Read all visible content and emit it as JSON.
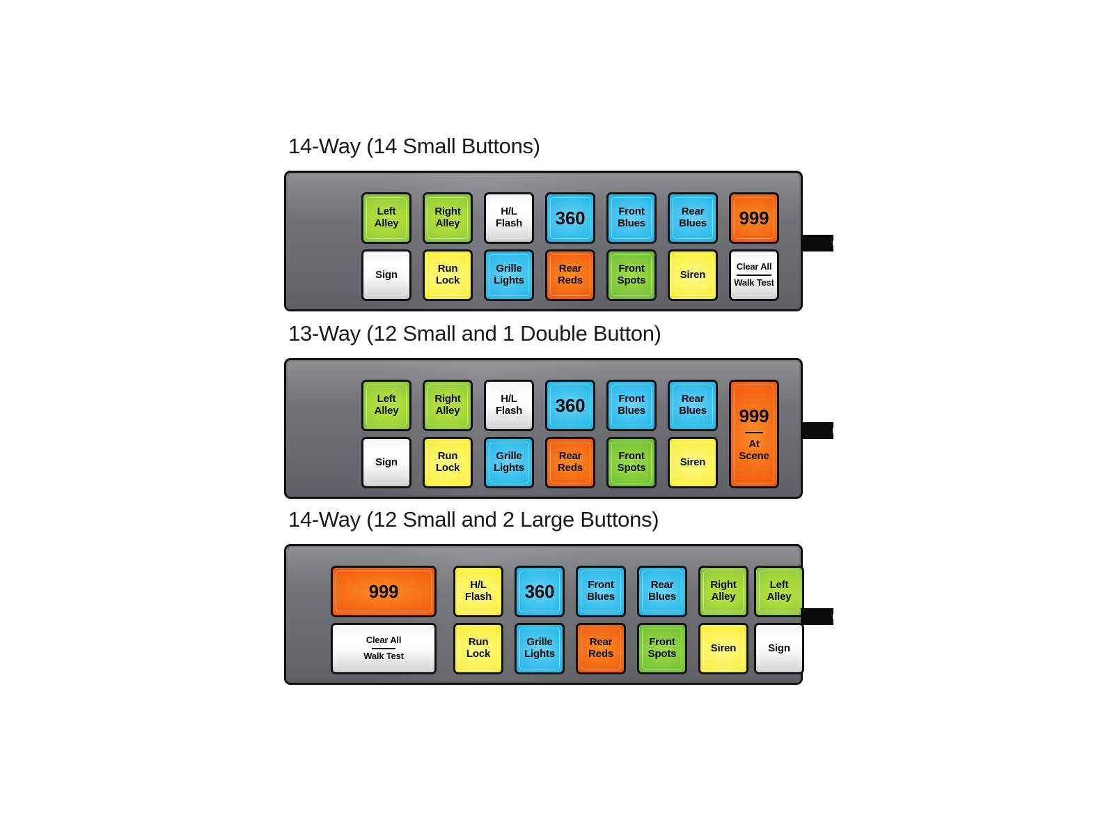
{
  "panels": [
    {
      "id": "panel-14way-small",
      "title": "14-Way (14 Small Buttons)",
      "layout": "14 small buttons, 7 columns x 2 rows",
      "rows": [
        [
          {
            "label": "Left\nAlley",
            "name": "left-alley",
            "color": "green",
            "style": "two-line"
          },
          {
            "label": "Right\nAlley",
            "name": "right-alley",
            "color": "green",
            "style": "two-line"
          },
          {
            "label": "H/L\nFlash",
            "name": "hl-flash",
            "color": "white",
            "style": "two-line"
          },
          {
            "label": "360",
            "name": "360",
            "color": "blue",
            "style": "big"
          },
          {
            "label": "Front\nBlues",
            "name": "front-blues",
            "color": "blue",
            "style": "two-line"
          },
          {
            "label": "Rear\nBlues",
            "name": "rear-blues",
            "color": "blue",
            "style": "two-line"
          },
          {
            "label": "999",
            "name": "999",
            "color": "orange",
            "style": "big"
          }
        ],
        [
          {
            "label": "Sign",
            "name": "sign",
            "color": "white",
            "style": "one-line"
          },
          {
            "label": "Run\nLock",
            "name": "run-lock",
            "color": "yellow",
            "style": "two-line"
          },
          {
            "label": "Grille\nLights",
            "name": "grille-lights",
            "color": "blue",
            "style": "two-line"
          },
          {
            "label": "Rear\nReds",
            "name": "rear-reds",
            "color": "orange",
            "style": "two-line"
          },
          {
            "label": "Front\nSpots",
            "name": "front-spots",
            "color": "green2",
            "style": "two-line"
          },
          {
            "label": "Siren",
            "name": "siren",
            "color": "yellow",
            "style": "one-line"
          },
          {
            "label": "Clear All|Walk Test",
            "name": "clear-all-walk-test",
            "color": "white",
            "style": "ruled-small"
          }
        ]
      ]
    },
    {
      "id": "panel-13way-double",
      "title": "13-Way (12 Small and 1 Double Button)",
      "layout": "12 small buttons plus 1 double-height button",
      "rows": [
        [
          {
            "label": "Left\nAlley",
            "name": "left-alley",
            "color": "green",
            "style": "two-line"
          },
          {
            "label": "Right\nAlley",
            "name": "right-alley",
            "color": "green",
            "style": "two-line"
          },
          {
            "label": "H/L\nFlash",
            "name": "hl-flash",
            "color": "white",
            "style": "two-line"
          },
          {
            "label": "360",
            "name": "360",
            "color": "blue",
            "style": "big"
          },
          {
            "label": "Front\nBlues",
            "name": "front-blues",
            "color": "blue",
            "style": "two-line"
          },
          {
            "label": "Rear\nBlues",
            "name": "rear-blues",
            "color": "blue",
            "style": "two-line"
          }
        ],
        [
          {
            "label": "Sign",
            "name": "sign",
            "color": "white",
            "style": "one-line"
          },
          {
            "label": "Run\nLock",
            "name": "run-lock",
            "color": "yellow",
            "style": "two-line"
          },
          {
            "label": "Grille\nLights",
            "name": "grille-lights",
            "color": "blue",
            "style": "two-line"
          },
          {
            "label": "Rear\nReds",
            "name": "rear-reds",
            "color": "orange",
            "style": "two-line"
          },
          {
            "label": "Front\nSpots",
            "name": "front-spots",
            "color": "green2",
            "style": "two-line"
          },
          {
            "label": "Siren",
            "name": "siren",
            "color": "yellow",
            "style": "one-line"
          }
        ]
      ],
      "tall_button": {
        "label": "999|At\nScene",
        "name": "999-at-scene",
        "color": "orange",
        "style": "ruled-tall"
      }
    },
    {
      "id": "panel-14way-large",
      "title": "14-Way (12 Small and 2 Large Buttons)",
      "layout": "12 small buttons plus 2 large (double-width) buttons",
      "rows": [
        [
          {
            "label": "H/L\nFlash",
            "name": "hl-flash",
            "color": "yellow",
            "style": "two-line"
          },
          {
            "label": "360",
            "name": "360",
            "color": "blue",
            "style": "big"
          },
          {
            "label": "Front\nBlues",
            "name": "front-blues",
            "color": "blue",
            "style": "two-line"
          },
          {
            "label": "Rear\nBlues",
            "name": "rear-blues",
            "color": "blue",
            "style": "two-line"
          },
          {
            "label": "Right\nAlley",
            "name": "right-alley",
            "color": "green",
            "style": "two-line"
          },
          {
            "label": "Left\nAlley",
            "name": "left-alley",
            "color": "green",
            "style": "two-line"
          }
        ],
        [
          {
            "label": "Run\nLock",
            "name": "run-lock",
            "color": "yellow",
            "style": "two-line"
          },
          {
            "label": "Grille\nLights",
            "name": "grille-lights",
            "color": "blue",
            "style": "two-line"
          },
          {
            "label": "Rear\nReds",
            "name": "rear-reds",
            "color": "orange",
            "style": "two-line"
          },
          {
            "label": "Front\nSpots",
            "name": "front-spots",
            "color": "green2",
            "style": "two-line"
          },
          {
            "label": "Siren",
            "name": "siren",
            "color": "yellow",
            "style": "one-line"
          },
          {
            "label": "Sign",
            "name": "sign",
            "color": "white",
            "style": "one-line"
          }
        ]
      ],
      "wide_buttons": [
        {
          "label": "999",
          "name": "999",
          "color": "orange",
          "style": "big"
        },
        {
          "label": "Clear All|Walk Test",
          "name": "clear-all-walk-test",
          "color": "white",
          "style": "ruled-small"
        }
      ]
    }
  ],
  "colors": {
    "panel_body_light": "#7d7f80",
    "panel_body_dark": "#5e6063",
    "panel_border": "#111111",
    "connector": "#0b0b0b",
    "green": "#8cc63f",
    "green2": "#6dbb37",
    "blue": "#22b4e8",
    "yellow": "#f7ec31",
    "orange": "#f2580f",
    "white": "#f2f2f2",
    "text": "#0c0c0c",
    "background": "#ffffff"
  }
}
